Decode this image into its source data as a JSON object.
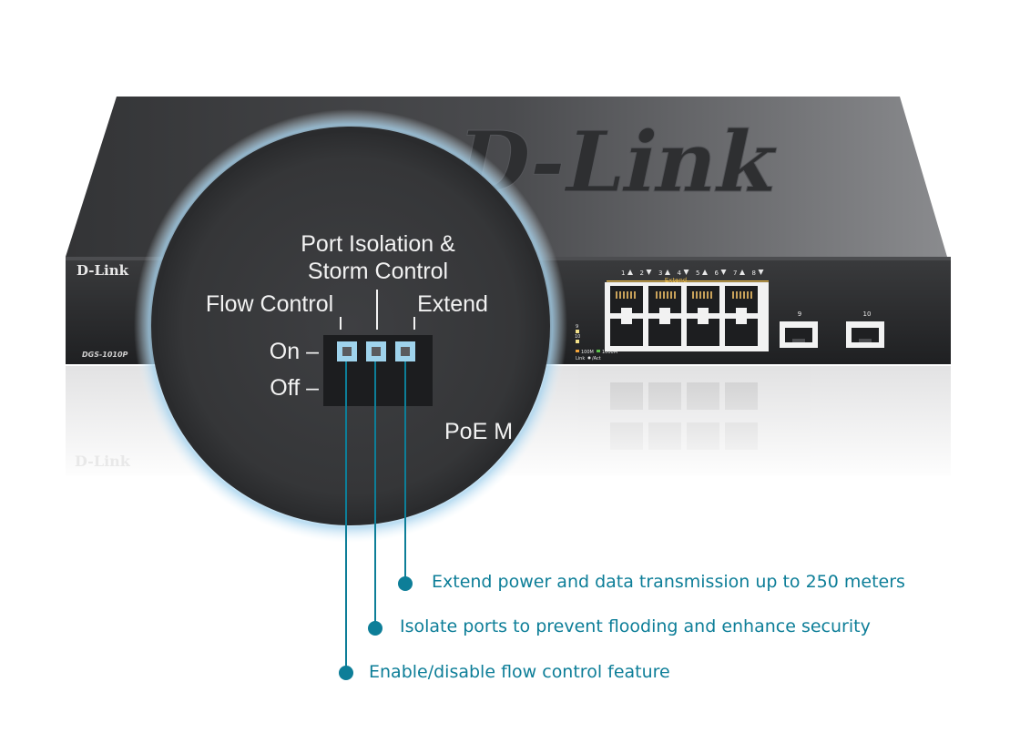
{
  "product": {
    "brand_logo": "D-Link",
    "top_logo": "D-Link",
    "model": "DGS-1010P",
    "port_labels": [
      "1",
      "2",
      "3",
      "4",
      "5",
      "6",
      "7",
      "8"
    ],
    "extend_label": "Extend",
    "sfp_labels": [
      "9",
      "10"
    ],
    "led_labels": [
      "9",
      "10"
    ],
    "legend_100m": "100M",
    "legend_1000m": "1000M",
    "legend_link": "Link",
    "legend_act": "/Act"
  },
  "magnifier": {
    "title_line1": "Port Isolation &",
    "title_line2": "Storm Control",
    "flow_control": "Flow Control",
    "extend": "Extend",
    "on": "On –",
    "off": "Off –",
    "poe": "PoE M"
  },
  "callouts": [
    "Extend power and data transmission up to 250 meters",
    "Isolate ports to prevent flooding and enhance security",
    "Enable/disable flow control feature"
  ],
  "colors": {
    "accent": "#0d7e98",
    "switch_body": "#2a2b2d",
    "led_amber": "#f2a33a",
    "led_green": "#5cc24a"
  }
}
